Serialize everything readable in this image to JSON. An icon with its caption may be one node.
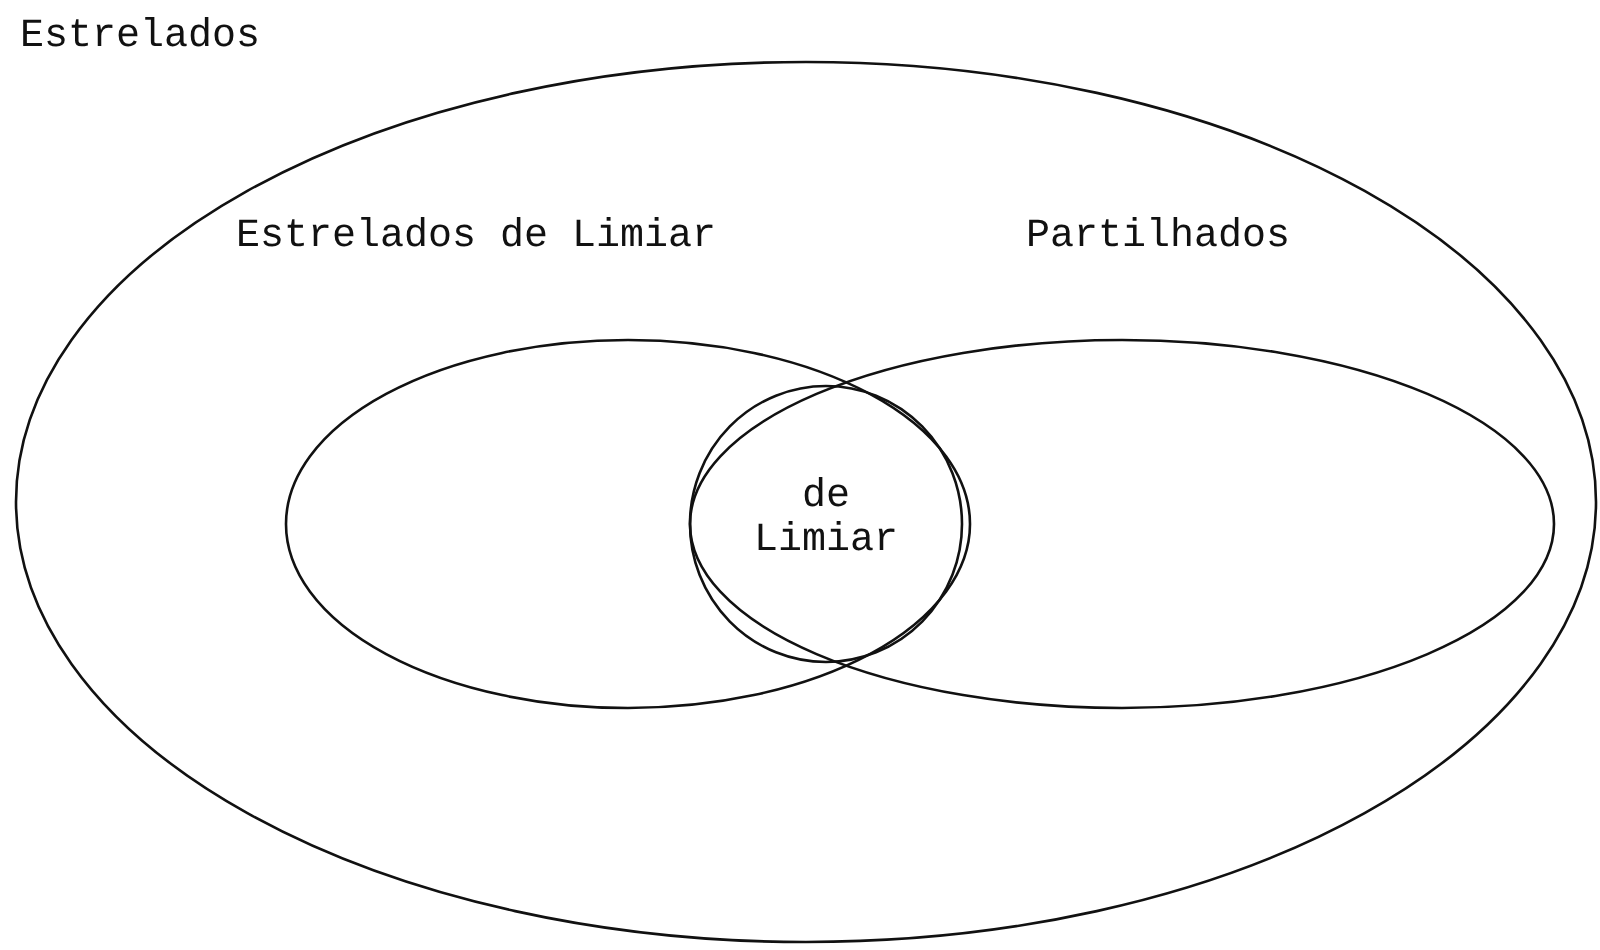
{
  "diagram": {
    "nodes": [
      {
        "text": [
          "Estrelados"
        ]
      },
      {
        "text": [
          "Estrelados de Limiar"
        ],
        "in": 0
      },
      {
        "text": [
          "Partilhados"
        ],
        "in": 0
      },
      {
        "text": [
          "de Limiar"
        ]
      }
    ]
  }
}
